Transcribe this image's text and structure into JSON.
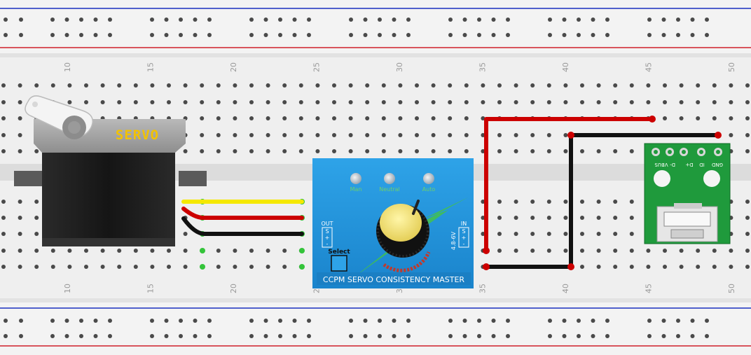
{
  "colors": {
    "board": "#efefef",
    "rail_top_line": "#1b2fbf",
    "rail_bottom_line": "#d0202a",
    "hole": "#4a4a4a",
    "active_hole": "#34c43a",
    "wire_signal": "#f5e800",
    "wire_power": "#cc0000",
    "wire_ground": "#111111",
    "servo_body": "#1b1b1b",
    "servo_label": "#f2c200",
    "tester_body": "#1e90d8",
    "knob_cap": "#f0e070",
    "usb_board": "#1f9a3c"
  },
  "column_numbers": [
    "10",
    "15",
    "20",
    "25",
    "30",
    "35",
    "40",
    "45",
    "50"
  ],
  "servo": {
    "label": "SERVO"
  },
  "tester": {
    "leds": [
      "Man",
      "Neutral",
      "Auto"
    ],
    "out_label": "OUT",
    "in_label": "IN",
    "voltage_label": "4.8-6V",
    "pin_labels": [
      "S",
      "+",
      "-"
    ],
    "select_label": "Select",
    "title": "CCPM SERVO CONSISTENCY MASTER"
  },
  "usb_breakout": {
    "pin_labels": [
      "VBUS",
      "D-",
      "D+",
      "ID",
      "GND"
    ]
  },
  "icons": {
    "servo": "servo-motor-icon",
    "tester_knob": "potentiometer-knob-icon",
    "usb_port": "micro-usb-port-icon"
  }
}
